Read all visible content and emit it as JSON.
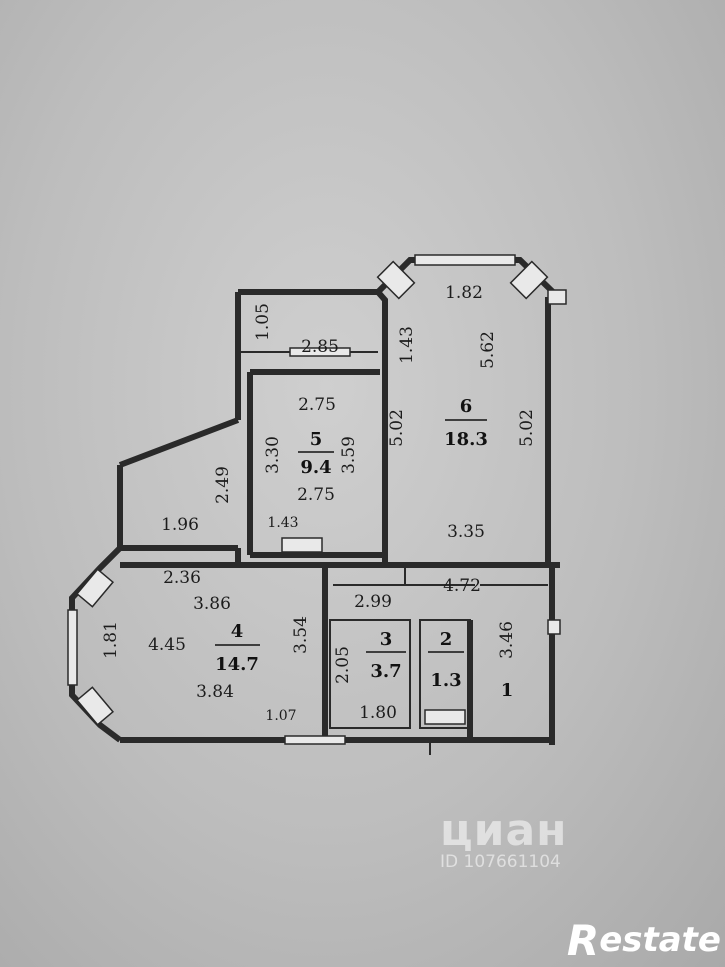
{
  "watermark": {
    "name": "циан",
    "id": "ID 107661104"
  },
  "brand": {
    "initial": "R",
    "rest": "estate"
  },
  "rooms": [
    {
      "number": "1",
      "area": ""
    },
    {
      "number": "2",
      "area": "1.3"
    },
    {
      "number": "3",
      "area": "3.7"
    },
    {
      "number": "4",
      "area": "14.7"
    },
    {
      "number": "5",
      "area": "9.4"
    },
    {
      "number": "6",
      "area": "18.3"
    }
  ],
  "dimensions": {
    "balcony_top_height": "1.05",
    "balcony_top_width": "2.85",
    "room5_top": "2.75",
    "room5_left": "3.30",
    "room5_right": "3.59",
    "room5_bottom": "2.75",
    "room5_sub": "1.43",
    "room6_top": "1.82",
    "room6_corner": "1.43",
    "room6_upper": "5.62",
    "room6_left": "5.02",
    "room6_right": "5.02",
    "room6_bottom": "3.35",
    "loggia_height": "2.49",
    "loggia_width": "1.96",
    "room4_top_outer": "2.36",
    "room4_top": "3.86",
    "room4_left": "1.81",
    "room4_width": "4.45",
    "room4_right": "3.54",
    "room4_bottom": "3.84",
    "room4_door": "1.07",
    "hall_top": "2.99",
    "hall_width": "4.72",
    "hall_height": "3.46",
    "room3_height": "2.05",
    "room3_width": "1.80"
  }
}
